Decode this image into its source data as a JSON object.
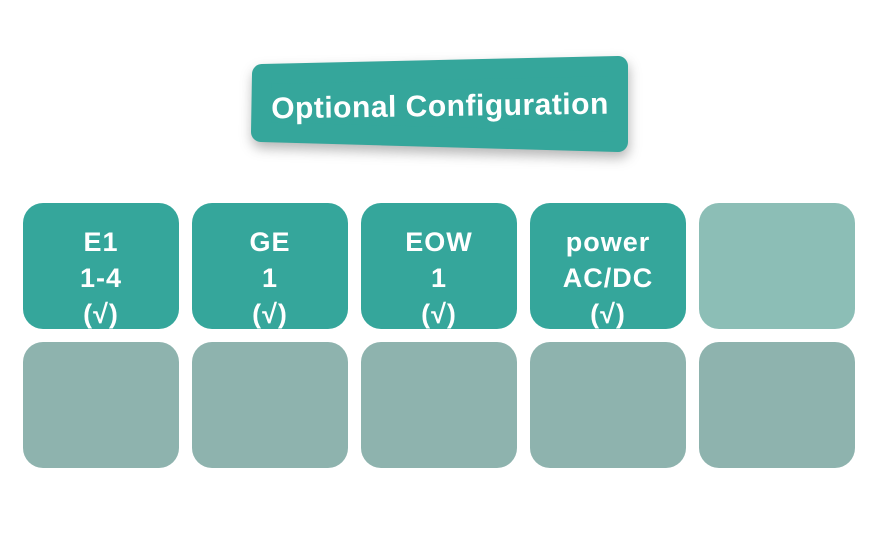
{
  "header": {
    "title": "Optional Configuration"
  },
  "colors": {
    "teal": "#35A69B",
    "light_teal": "#8CBEB6",
    "sage": "#8EB3AE",
    "text": "#FFFFFF"
  },
  "grid": {
    "row1": [
      {
        "lines": [
          "E1",
          "1-4",
          "(√)"
        ]
      },
      {
        "lines": [
          "GE",
          "1",
          "(√)"
        ]
      },
      {
        "lines": [
          "EOW",
          "1",
          "(√)"
        ]
      },
      {
        "lines": [
          "power",
          "AC/DC",
          "(√)"
        ]
      },
      {
        "lines": []
      }
    ],
    "row2": [
      {
        "lines": []
      },
      {
        "lines": []
      },
      {
        "lines": []
      },
      {
        "lines": []
      },
      {
        "lines": []
      }
    ]
  }
}
